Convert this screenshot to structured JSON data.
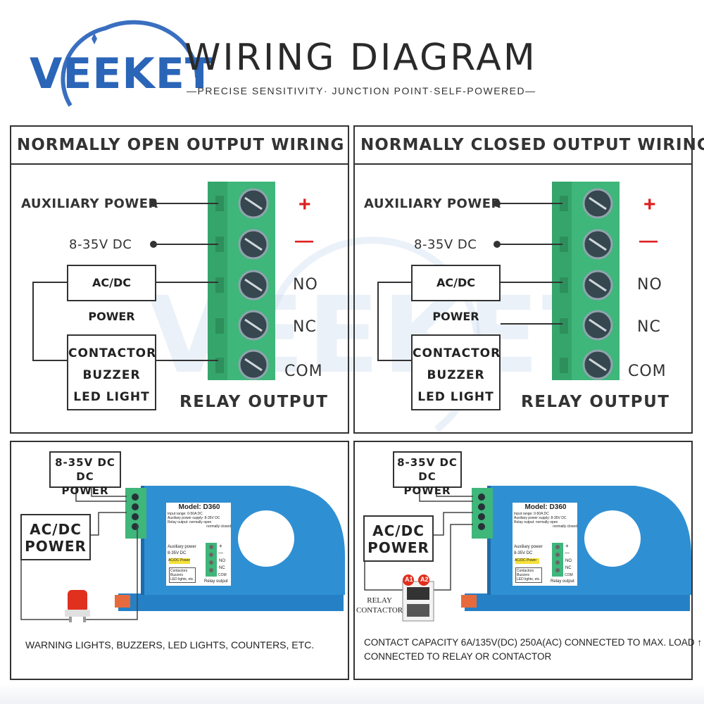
{
  "brand": {
    "logo": "VEEKET"
  },
  "header": {
    "title": "WIRING DIAGRAM",
    "subtitle": "—PRECISE SENSITIVITY·  JUNCTION POINT·SELF-POWERED—"
  },
  "panels": {
    "no": {
      "title": "NORMALLY OPEN OUTPUT WIRING",
      "aux_label": "AUXILIARY POWER",
      "voltage_label": "8-35V DC",
      "acdc_box": "AC/DC POWER",
      "load_box": [
        "CONTACTOR",
        "BUZZER",
        "LED LIGHT"
      ],
      "terminals": [
        "+",
        "—",
        "NO",
        "NC",
        "COM"
      ],
      "relay_output": "RELAY OUTPUT"
    },
    "nc": {
      "title": "NORMALLY CLOSED OUTPUT WIRING",
      "aux_label": "AUXILIARY POWER",
      "voltage_label": "8-35V DC",
      "acdc_box": "AC/DC POWER",
      "load_box": [
        "CONTACTOR",
        "BUZZER",
        "LED LIGHT"
      ],
      "terminals": [
        "+",
        "—",
        "NO",
        "NC",
        "COM"
      ],
      "relay_output": "RELAY OUTPUT"
    }
  },
  "photos": {
    "left": {
      "dc_box": [
        "8-35V DC",
        "DC POWER"
      ],
      "ac_box": [
        "AC/DC",
        "POWER"
      ],
      "caption": "WARNING LIGHTS, BUZZERS, LED LIGHTS, COUNTERS, ETC."
    },
    "right": {
      "dc_box": [
        "8-35V DC",
        "DC POWER"
      ],
      "ac_box": [
        "AC/DC",
        "POWER"
      ],
      "relay_label": [
        "RELAY",
        "CONTACTOR"
      ],
      "a1": "A1",
      "a2": "A2",
      "caption_lines": [
        "CONTACT CAPACITY 6A/135V(DC) 250A(AC) CONNECTED TO MAX. LOAD ↑",
        "CONNECTED TO RELAY OR CONTACTOR"
      ]
    }
  },
  "device": {
    "model": "Model: D360",
    "specs": [
      "Input range: 0-50A DC",
      "Auxiliary power supply: 8-35V DC",
      "Relay output: normally open",
      "normally closed"
    ],
    "aux_text": "Auxiliary power",
    "volt_text": "8-35V DC",
    "acdc_text": "AC/DC Power",
    "terms": [
      "+",
      "—",
      "NO",
      "NC",
      "COM"
    ],
    "load_text": [
      "Contactors",
      "Buzzers",
      "LED lights, etc."
    ],
    "relay_text": "Relay output"
  },
  "colors": {
    "brand_blue": "#2a65b8",
    "terminal_green": "#3fb67a",
    "sensor_blue": "#2f8fd3",
    "accent_red": "#e02020"
  }
}
